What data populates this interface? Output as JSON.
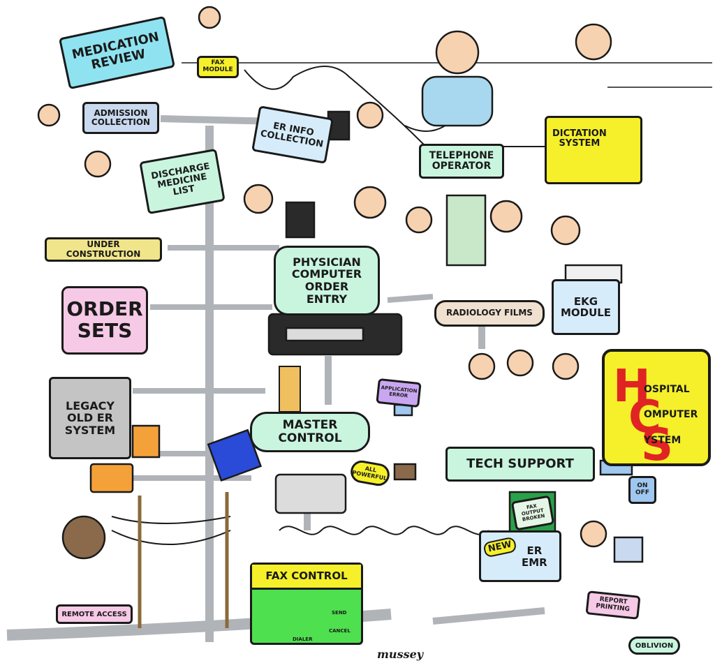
{
  "labels": {
    "medication_review": "MEDICATION\nREVIEW",
    "fax_module": "FAX\nMODULE",
    "admission_collection": "ADMISSION\nCOLLECTION",
    "er_info_collection": "ER INFO\nCOLLECTION",
    "telephone_operator": "TELEPHONE\nOPERATOR",
    "dictation_system": "DICTATION\nSYSTEM",
    "discharge_medicine_list": "DISCHARGE\nMEDICINE\nLIST",
    "under_construction": "UNDER CONSTRUCTION",
    "physician_cpoe": "PHYSICIAN\nCOMPUTER\nORDER\nENTRY",
    "order_sets": "ORDER\nSETS",
    "radiology_films": "RADIOLOGY FILMS",
    "ekg_module": "EKG\nMODULE",
    "legacy_system": "LEGACY\nOLD ER\nSYSTEM",
    "application_error": "APPLICATION\nERROR",
    "master_control": "MASTER\nCONTROL",
    "all_powerful": "ALL\nPOWERFUL",
    "tech_support": "TECH  SUPPORT",
    "hospital_computer_system": "OSPITAL\nOMPUTER\nYSTEM",
    "on_off": "ON\nOFF",
    "fax_output_broken": "FAX\nOUTPUT\nBROKEN",
    "new_er_emr_new": "NEW",
    "new_er_emr": "ER\nEMR",
    "remote_access": "REMOTE ACCESS",
    "fax_control": "FAX  CONTROL",
    "send": "SEND",
    "cancel": "CANCEL",
    "dialer": "DIALER",
    "report_printing": "REPORT\nPRINTING",
    "oblivion": "OBLIVION",
    "signature": "mussey"
  },
  "colors": {
    "ink": "#1a1a1a",
    "cyan": "#8fe3f0",
    "mint": "#c9f5df",
    "pink": "#f6c9e6",
    "yellow": "#f5f02a",
    "green": "#4ee04e",
    "gray": "#c4c4c4",
    "blue_light": "#d7ecfb",
    "purple": "#c9a7f0",
    "tan": "#f0e58a",
    "red": "#e02424",
    "orange": "#f5a13a",
    "pipe": "#b0b4b8"
  }
}
